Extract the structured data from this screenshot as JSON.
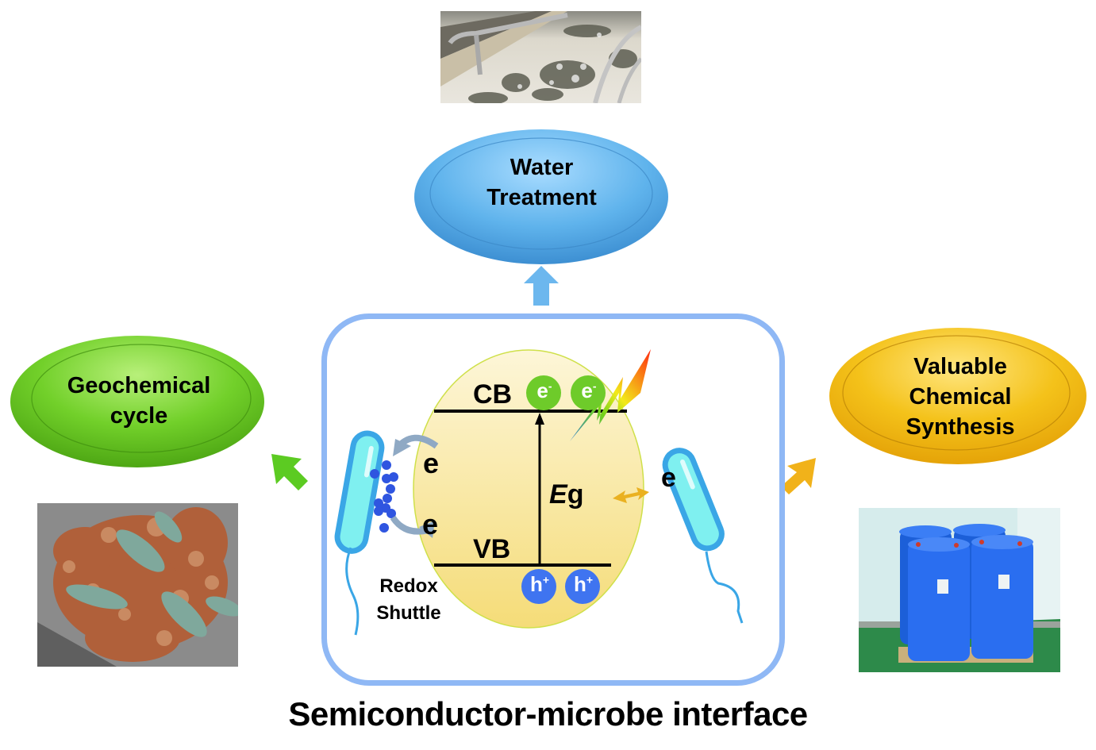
{
  "diagram": {
    "caption": "Semiconductor-microbe interface",
    "applications": [
      {
        "id": "water",
        "label": "Water\nTreatment",
        "color": "#5aaee8",
        "photo": "wastewater-treatment-photo"
      },
      {
        "id": "geo",
        "label": "Geochemical\ncycle",
        "color": "#6ccc20",
        "photo": "microbe-mineral-sem-photo"
      },
      {
        "id": "chem",
        "label": "Valuable\nChemical\nSynthesis",
        "color": "#f2b90f",
        "photo": "blue-chemical-barrels-photo"
      }
    ],
    "semiconductor": {
      "cb_label": "CB",
      "vb_label": "VB",
      "bandgap_label_italic": "E",
      "bandgap_label_rest": "g",
      "electron": "e",
      "electron_charge": "-",
      "hole": "h",
      "hole_charge": "+"
    },
    "left_microbe": {
      "label_line1": "Redox",
      "label_line2": "Shuttle",
      "electron_top": "e",
      "electron_bottom": "e"
    },
    "right_microbe": {
      "electron": "e"
    },
    "colors": {
      "frame": "#8fb8f5",
      "electron": "#6ecb2a",
      "hole": "#3f74f0",
      "microbe_body": "#7ff0f0",
      "microbe_outline": "#3aa6e6",
      "particle": "#f8e89a"
    }
  }
}
